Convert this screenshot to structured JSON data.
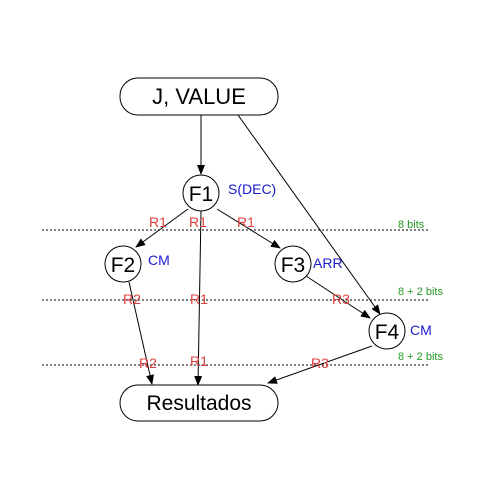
{
  "nodes": {
    "input": "J, VALUE",
    "f1": "F1",
    "f2": "F2",
    "f3": "F3",
    "f4": "F4",
    "output": "Resultados"
  },
  "annotations": {
    "f1": "S(DEC)",
    "f2": "CM",
    "f3": "ARR",
    "f4": "CM"
  },
  "edge_labels": {
    "f1_to_f2": "R1",
    "f1_to_out": "R1",
    "f1_to_f3": "R1",
    "f2_to_out_top": "R2",
    "f2_to_out_bottom": "R2",
    "f1_to_out_mid": "R1",
    "f1_to_out_bottom": "R1",
    "f3_to_f4": "R3",
    "f4_to_out": "R3"
  },
  "stage_widths": {
    "stage1": "8 bits",
    "stage2": "8 + 2 bits",
    "stage3": "8 + 2 bits"
  },
  "colors": {
    "node_stroke": "#000000",
    "annotation": "#1a1acc",
    "edge_label": "#e04040",
    "stage_width": "#229922"
  }
}
